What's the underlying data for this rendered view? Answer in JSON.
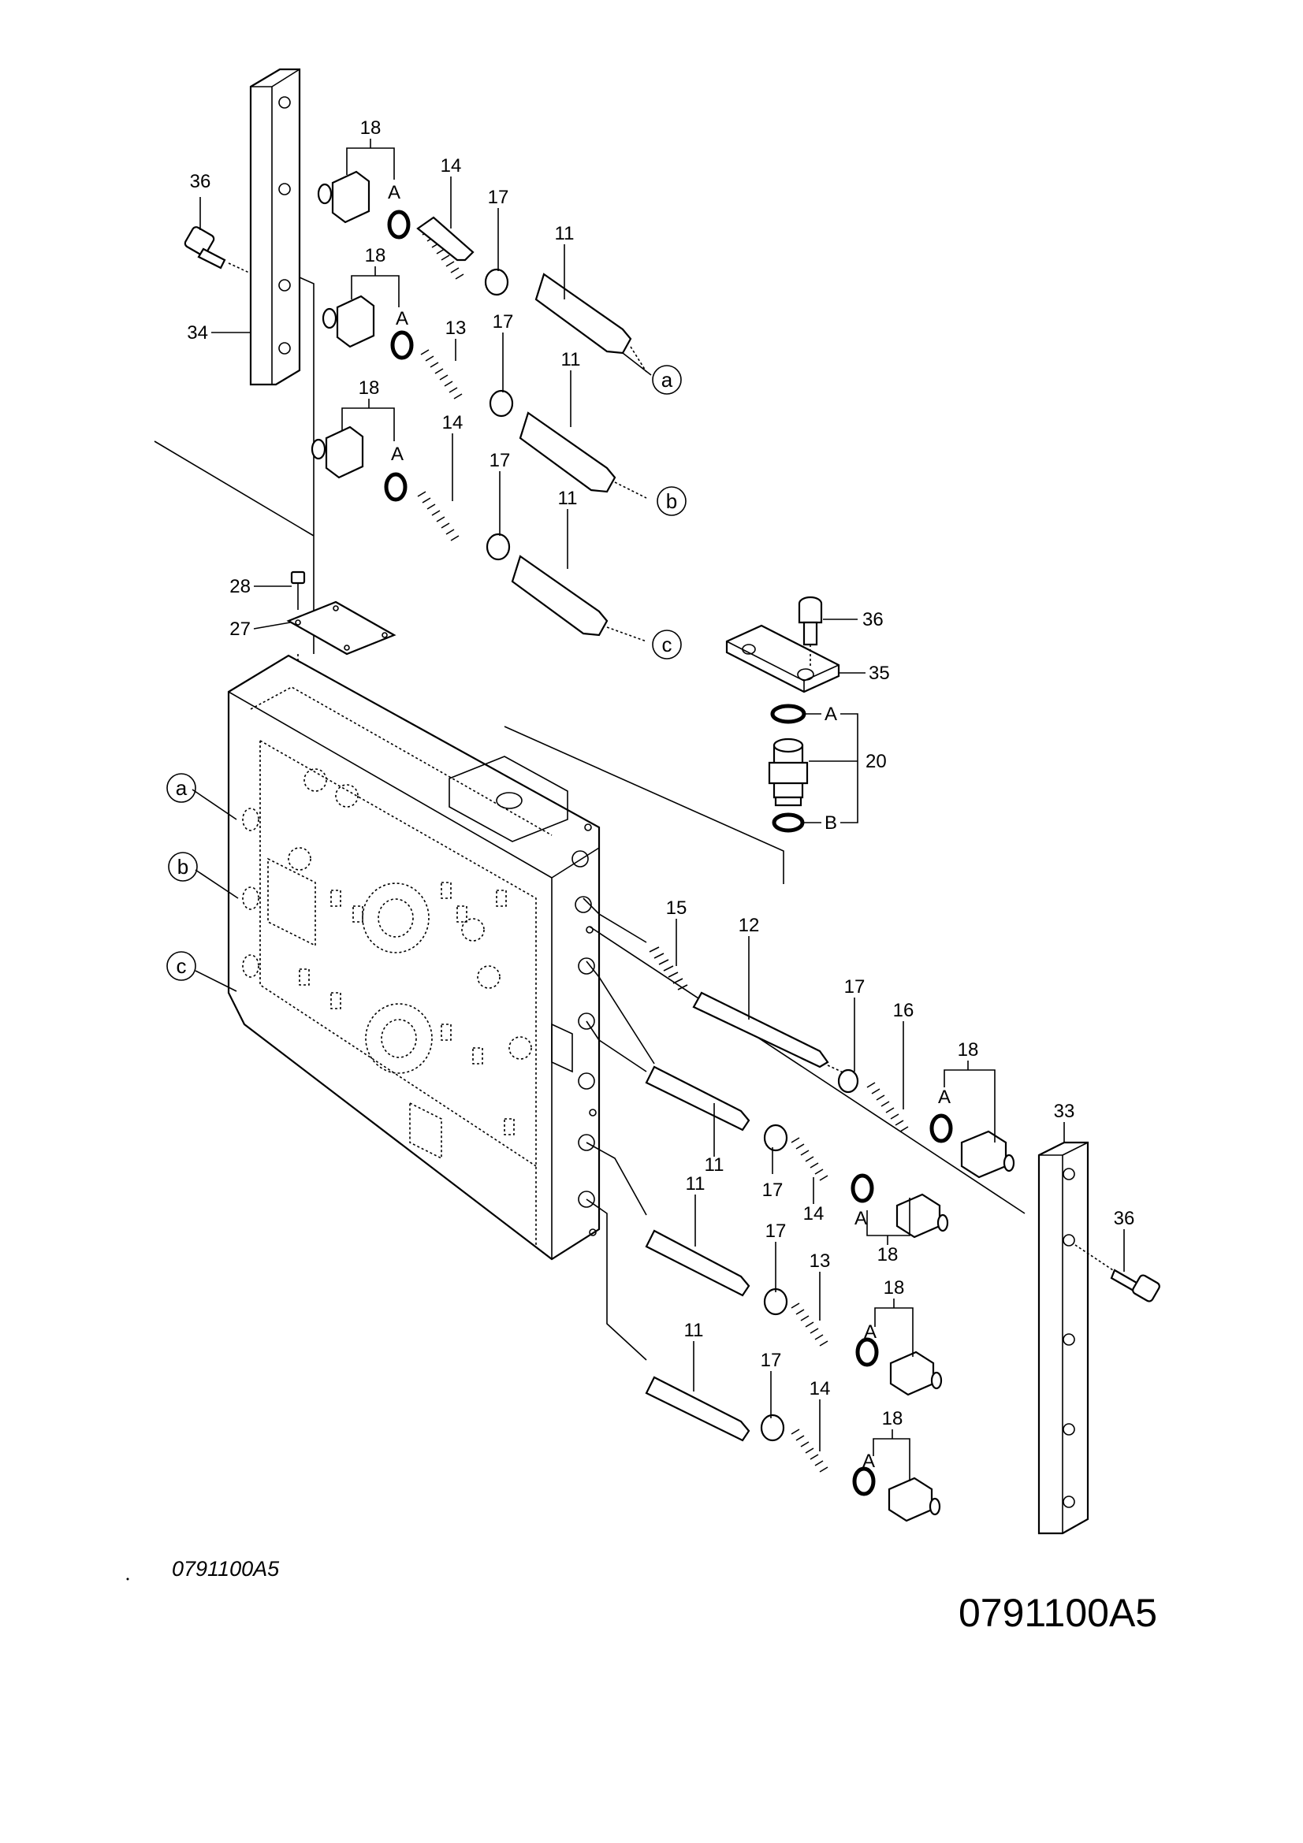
{
  "diagram": {
    "code_small": "0791100A5",
    "code_large": "0791100A5",
    "callouts": {
      "n11": "11",
      "n12": "12",
      "n13": "13",
      "n14": "14",
      "n15": "15",
      "n16": "16",
      "n17": "17",
      "n18": "18",
      "n20": "20",
      "n27": "27",
      "n28": "28",
      "n33": "33",
      "n34": "34",
      "n35": "35",
      "n36": "36",
      "A": "A",
      "B": "B",
      "a": "a",
      "b": "b",
      "c": "c"
    }
  }
}
